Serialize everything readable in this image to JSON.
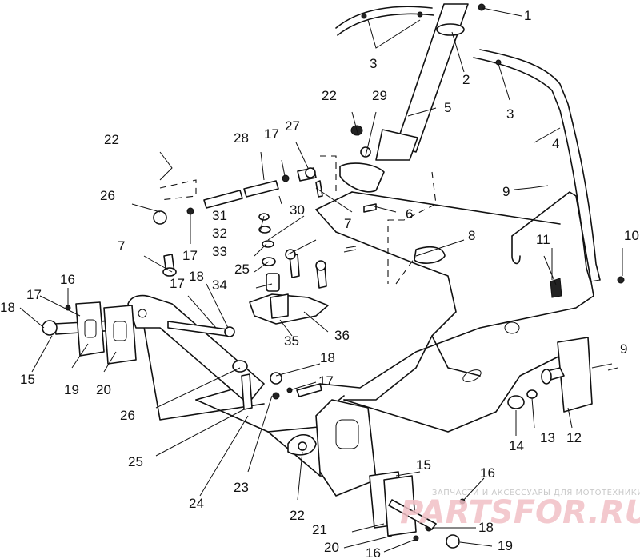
{
  "callouts": [
    "1",
    "2",
    "3",
    "3",
    "4",
    "5",
    "6",
    "7",
    "7",
    "8",
    "9",
    "9",
    "10",
    "11",
    "12",
    "13",
    "14",
    "15",
    "15",
    "16",
    "16",
    "16",
    "17",
    "17",
    "17",
    "17",
    "17",
    "18",
    "18",
    "18",
    "18",
    "19",
    "19",
    "20",
    "20",
    "21",
    "22",
    "22",
    "22",
    "23",
    "24",
    "25",
    "25",
    "26",
    "26",
    "27",
    "28",
    "29",
    "30",
    "31",
    "32",
    "33",
    "34",
    "35",
    "36"
  ],
  "watermark": {
    "caption": "ЗАПЧАСТИ И АКСЕССУАРЫ ДЛЯ МОТОТЕХНИКИ",
    "logo": "PARTSFOR.RU"
  }
}
